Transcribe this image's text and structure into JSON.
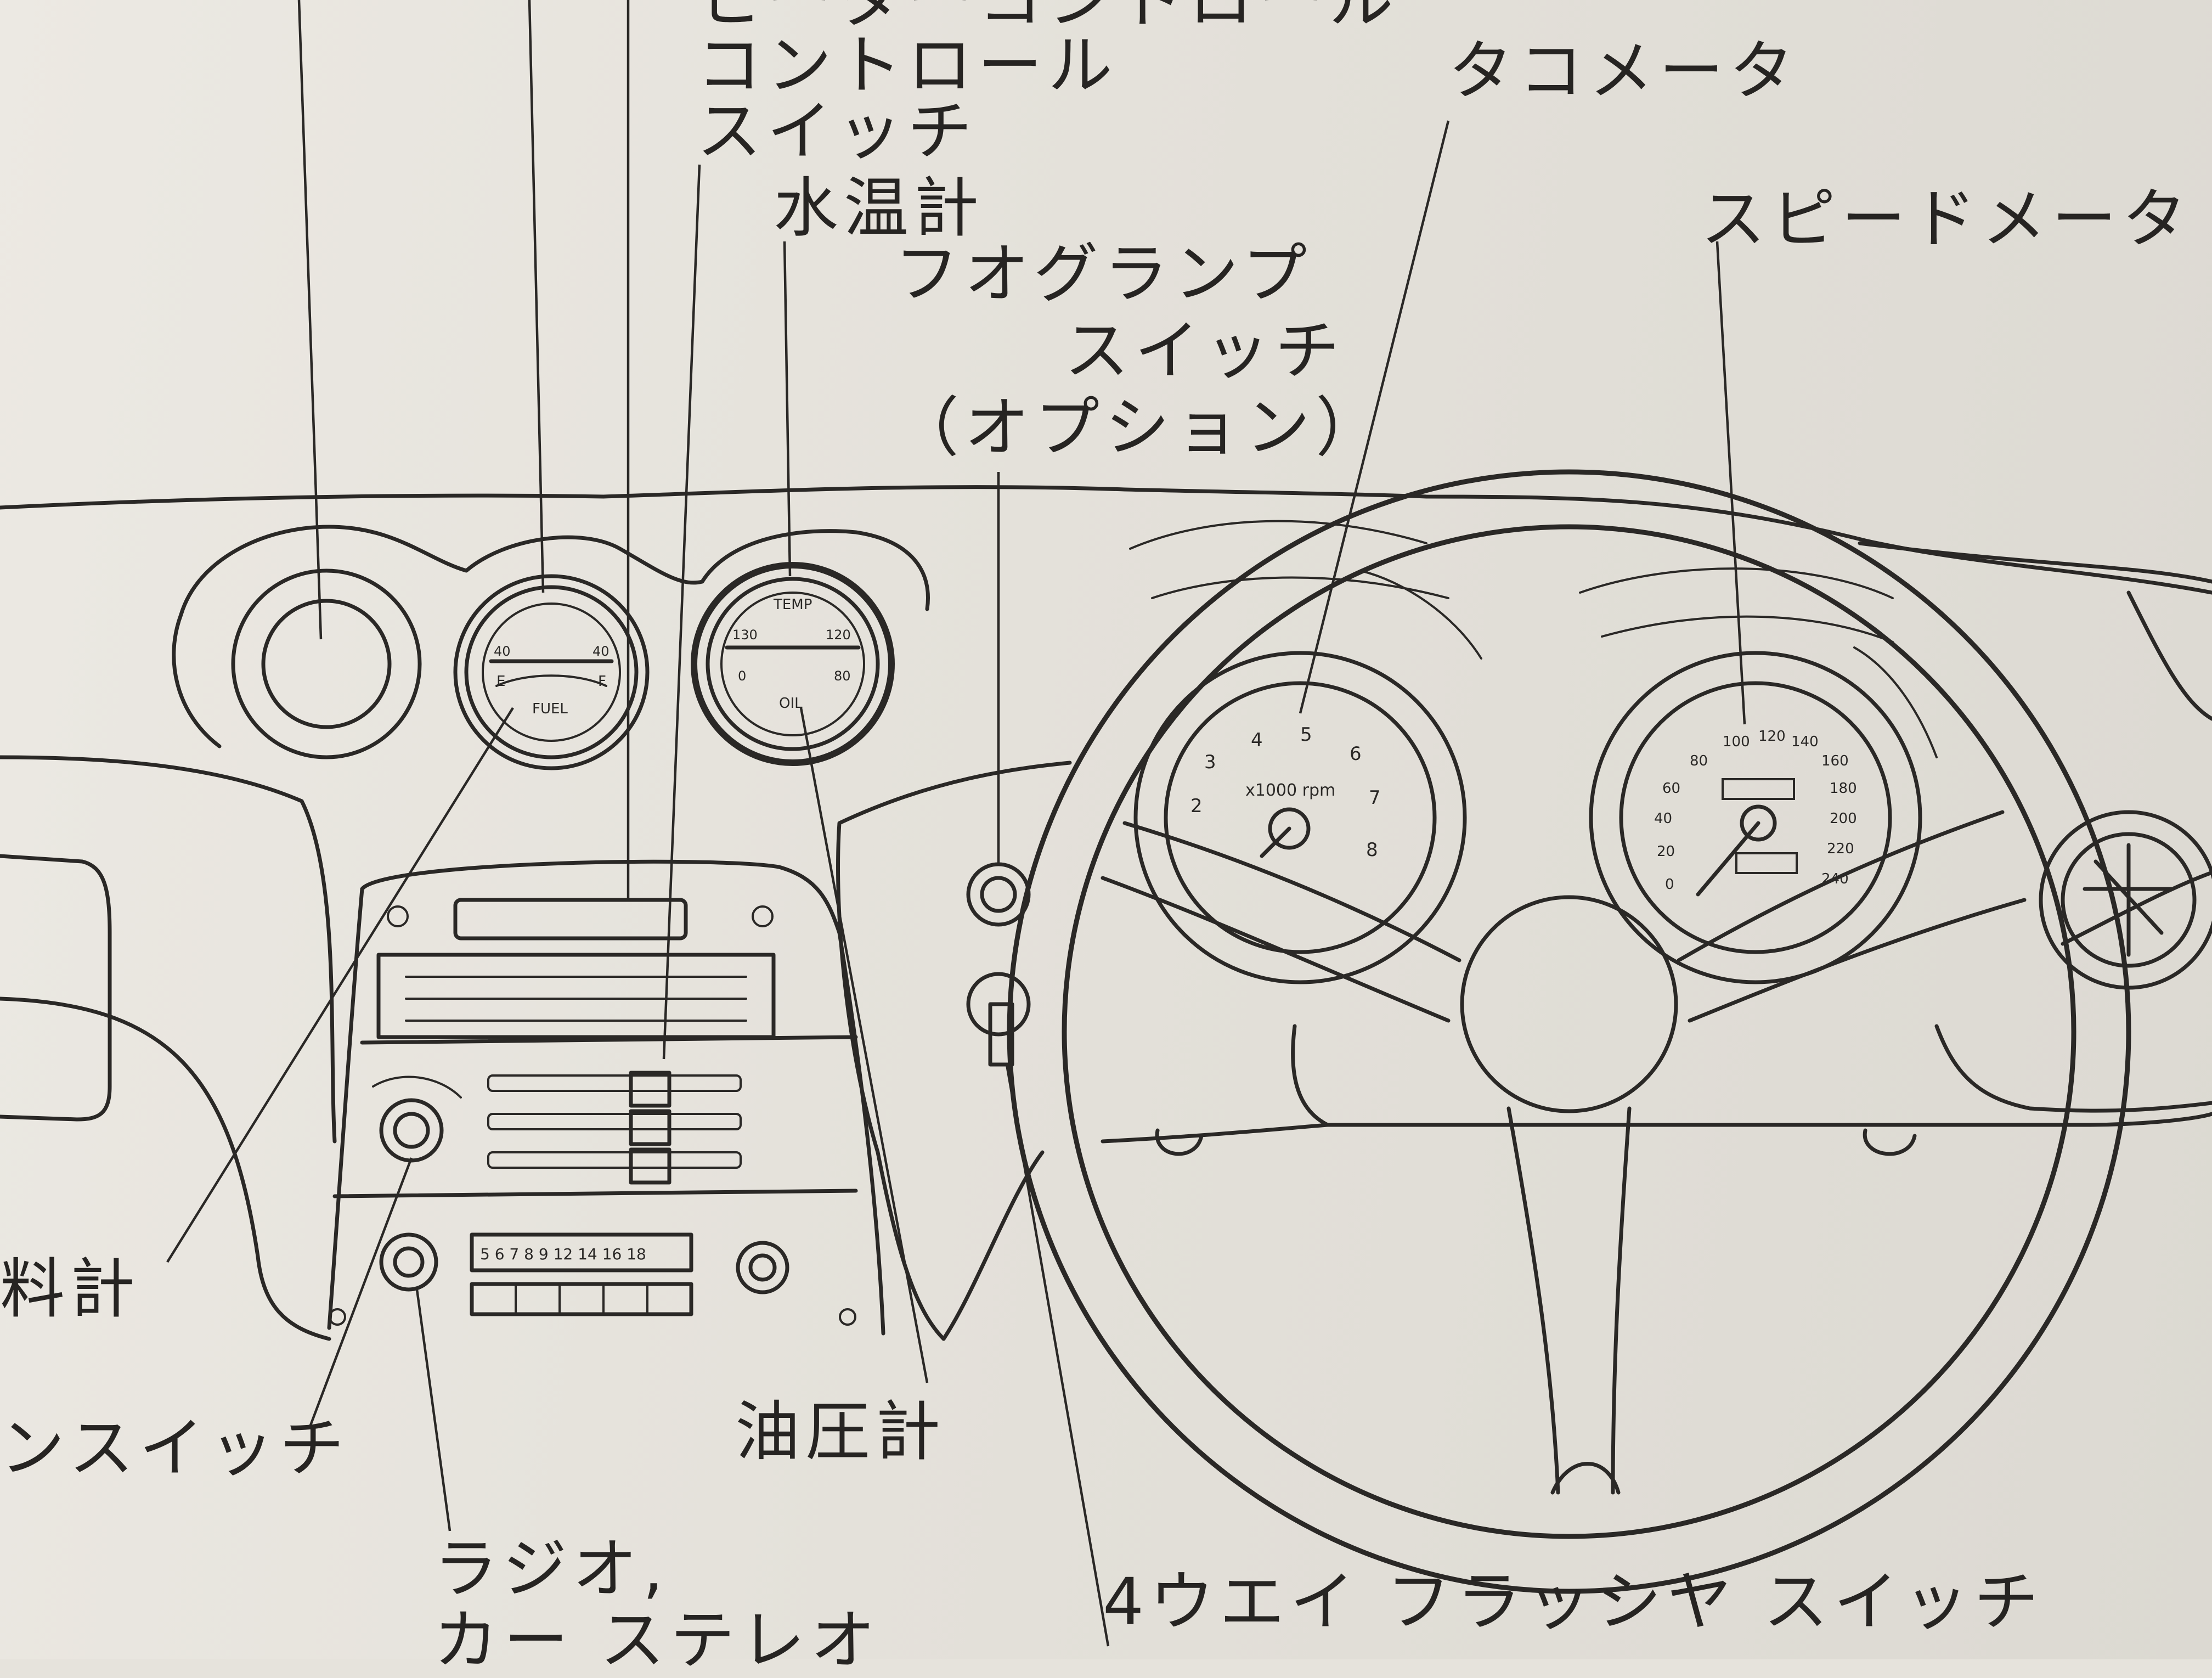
{
  "callouts": {
    "heater_control_1": "ヒーターコントロール",
    "heater_control_2": "コントロール",
    "heater_control_3": "スイッチ",
    "water_temp": "水温計",
    "fog_lamp_1": "フオグランプ",
    "fog_lamp_2": "スイッチ",
    "fog_lamp_3": "（オプション）",
    "tachometer": "タコメータ",
    "speedometer": "スピードメータ",
    "fuel_gauge": "料計",
    "ignition_switch": "ンスイッチ",
    "oil_pressure": "油圧計",
    "radio_1": "ラジオ,",
    "radio_2": "カー ステレオ",
    "hazard_switch": "4ウエイ フラッシヤ スイッチ"
  },
  "gauges": {
    "fuel": {
      "label": "FUEL",
      "e": "E",
      "f": "F",
      "left": "40",
      "right": "40"
    },
    "temp": {
      "label": "TEMP",
      "left": "130",
      "right": "120",
      "oil_label": "OIL",
      "oil_left": "0",
      "oil_right": "80"
    },
    "tacho": {
      "unit": "x1000 rpm",
      "ticks": [
        "2",
        "3",
        "4",
        "5",
        "6",
        "7",
        "8"
      ]
    },
    "speedo": {
      "ticks": [
        "0",
        "20",
        "40",
        "60",
        "80",
        "100",
        "120",
        "140",
        "160",
        "180",
        "200",
        "220",
        "240"
      ]
    }
  },
  "radio": {
    "dial": "5 6 7 8  9 12 14 16 18"
  }
}
